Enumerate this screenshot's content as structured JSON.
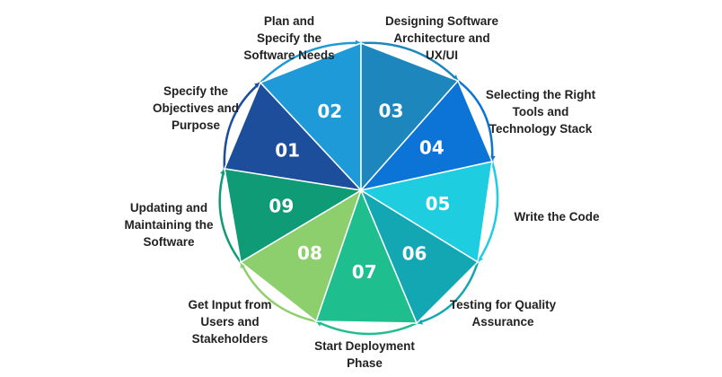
{
  "steps": [
    {
      "num": "01",
      "label": "Specify the\nObjectives and\nPurpose",
      "color": "#1c4e9b"
    },
    {
      "num": "02",
      "label": "Plan and\nSpecify the\nSoftware Needs",
      "color": "#1f9ad8"
    },
    {
      "num": "03",
      "label": "Designing Software\nArchitecture and\nUX/UI",
      "color": "#1d87bd"
    },
    {
      "num": "04",
      "label": "Selecting the Right\nTools and\nTechnology Stack",
      "color": "#0c74d6"
    },
    {
      "num": "05",
      "label": "Write the Code",
      "color": "#1fcde0"
    },
    {
      "num": "06",
      "label": "Testing for Quality\nAssurance",
      "color": "#13a6b3"
    },
    {
      "num": "07",
      "label": "Start Deployment\nPhase",
      "color": "#1fbe8e"
    },
    {
      "num": "08",
      "label": "Get Input from\nUsers and\nStakeholders",
      "color": "#8ccf6c"
    },
    {
      "num": "09",
      "label": "Updating and\nMaintaining the\nSoftware",
      "color": "#0f9b76"
    }
  ]
}
